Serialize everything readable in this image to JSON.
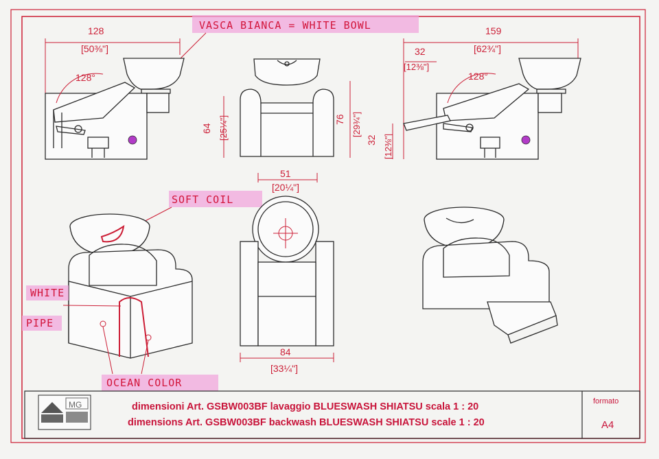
{
  "dimensions": {
    "side_left_width": "128",
    "side_left_width_in": "[50⅜\"]",
    "side_left_angle": "128°",
    "front_height": "64",
    "front_height_in": "[25¼\"]",
    "front_height2": "76",
    "front_height2_in": "[29¾\"]",
    "front_width": "51",
    "front_width_in": "[20¼\"]",
    "side_right_width": "159",
    "side_right_width_in": "[62¾\"]",
    "side_right_offset": "32",
    "side_right_offset_in": "[12⅜\"]",
    "side_right_angle": "128°",
    "side_right_height": "32",
    "side_right_height_in": "[12⅜\"]",
    "top_width": "84",
    "top_width_in": "[33¼\"]"
  },
  "annotations": {
    "bowl": "VASCA BIANCA = WHITE BOWL",
    "coil": "SOFT COIL",
    "pipe_line1": "WHITE",
    "pipe_line2": "PIPE",
    "color": "OCEAN COLOR"
  },
  "title_block": {
    "title_it": "dimensioni Art. GSBW003BF lavaggio BLUESWASH  SHIATSU scala 1 : 20",
    "title_en": "dimensions Art. GSBW003BF backwash BLUESWASH  SHIATSU scale 1 : 20",
    "logo_text": "MG",
    "formato_label": "formato",
    "format_value": "A4"
  },
  "colors": {
    "frame": "#cc1e36",
    "annotation": "#d2143a",
    "highlight": "#f2a7dc",
    "drawing": "#2a2a2a"
  }
}
